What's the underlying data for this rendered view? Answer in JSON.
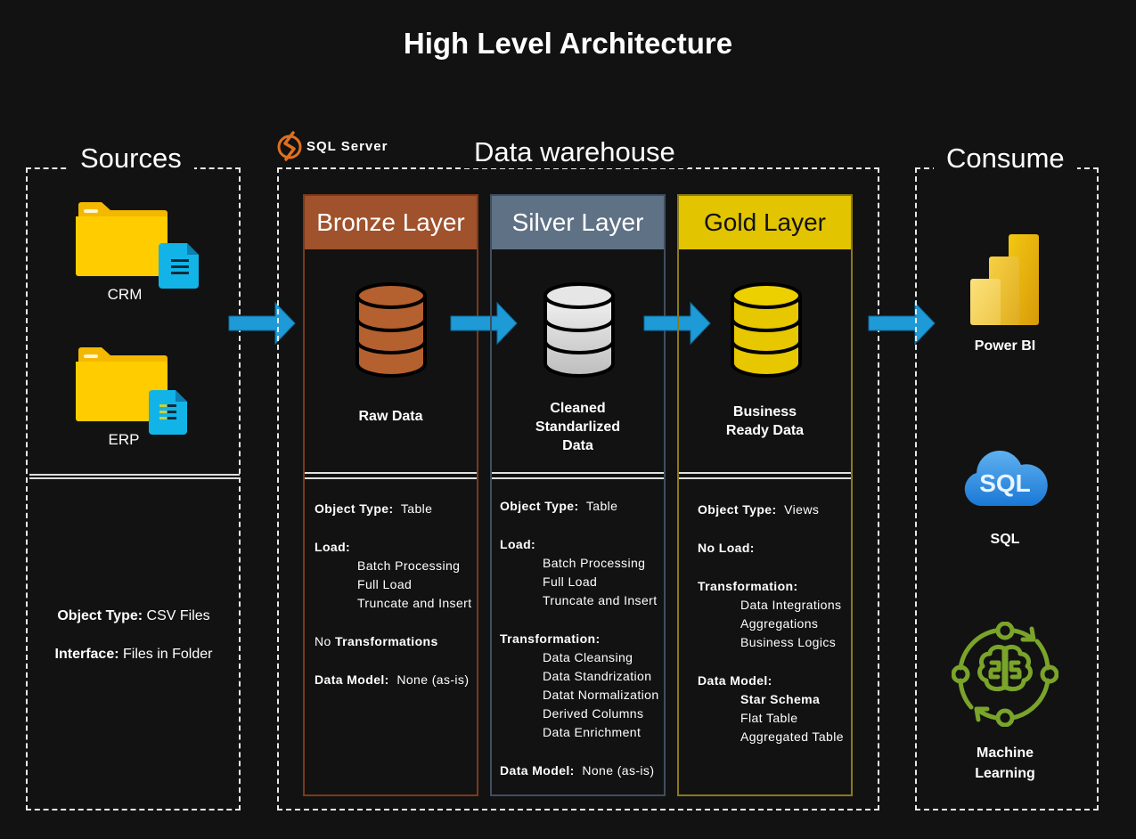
{
  "title": "High Level Architecture",
  "sources": {
    "title": "Sources",
    "items": [
      {
        "label": "CRM",
        "icon": "folder-document-icon"
      },
      {
        "label": "ERP",
        "icon": "folder-document-icon"
      }
    ],
    "object_type_key": "Object Type:",
    "object_type_value": "CSV Files",
    "interface_key": "Interface:",
    "interface_value": "Files in Folder"
  },
  "warehouse": {
    "title": "Data warehouse",
    "platform": "SQL Server",
    "layers": [
      {
        "name": "Bronze Layer",
        "color": "#a0522d",
        "db_color": "#b5602f",
        "caption": [
          "Raw Data"
        ],
        "details": [
          {
            "type": "kv",
            "key": "Object Type:",
            "value": "Table"
          },
          {
            "type": "gap"
          },
          {
            "type": "key",
            "key": "Load:"
          },
          {
            "type": "item",
            "value": "Batch Processing"
          },
          {
            "type": "item",
            "value": "Full Load"
          },
          {
            "type": "item",
            "value": "Truncate and Insert"
          },
          {
            "type": "gap"
          },
          {
            "type": "vk",
            "value": "No",
            "key": "Transformations"
          },
          {
            "type": "gap"
          },
          {
            "type": "kv",
            "key": "Data Model:",
            "value": "None (as-is)"
          }
        ]
      },
      {
        "name": "Silver Layer",
        "color": "#5f7184",
        "db_color": "#d6d6d6",
        "caption": [
          "Cleaned",
          "Standarlized",
          "Data"
        ],
        "details": [
          {
            "type": "kv",
            "key": "Object Type:",
            "value": "Table"
          },
          {
            "type": "gap"
          },
          {
            "type": "key",
            "key": "Load:"
          },
          {
            "type": "item",
            "value": "Batch Processing"
          },
          {
            "type": "item",
            "value": "Full Load"
          },
          {
            "type": "item",
            "value": "Truncate and Insert"
          },
          {
            "type": "gap"
          },
          {
            "type": "key",
            "key": "Transformation:"
          },
          {
            "type": "item",
            "value": "Data Cleansing"
          },
          {
            "type": "item",
            "value": "Data Standrization"
          },
          {
            "type": "item",
            "value": "Datat Normalization"
          },
          {
            "type": "item",
            "value": "Derived Columns"
          },
          {
            "type": "item",
            "value": "Data Enrichment"
          },
          {
            "type": "gap"
          },
          {
            "type": "kv",
            "key": "Data Model:",
            "value": "None (as-is)"
          }
        ]
      },
      {
        "name": "Gold Layer",
        "color": "#e2c400",
        "db_color": "#e6c700",
        "caption": [
          "Business",
          "Ready Data"
        ],
        "details": [
          {
            "type": "kv",
            "key": "Object Type:",
            "value": "Views"
          },
          {
            "type": "gap"
          },
          {
            "type": "key",
            "key": "No Load:"
          },
          {
            "type": "gap"
          },
          {
            "type": "key",
            "key": "Transformation:"
          },
          {
            "type": "item",
            "value": "Data Integrations"
          },
          {
            "type": "item",
            "value": "Aggregations"
          },
          {
            "type": "item",
            "value": "Business Logics"
          },
          {
            "type": "gap"
          },
          {
            "type": "key",
            "key": "Data Model:"
          },
          {
            "type": "bitem",
            "value": "Star Schema"
          },
          {
            "type": "item",
            "value": "Flat Table"
          },
          {
            "type": "item",
            "value": "Aggregated Table"
          }
        ]
      }
    ]
  },
  "consume": {
    "title": "Consume",
    "items": [
      {
        "label": "Power BI",
        "icon": "power-bi-icon"
      },
      {
        "label": "SQL",
        "icon": "sql-cloud-icon"
      },
      {
        "label": "Machine Learning",
        "icon": "machine-learning-icon"
      }
    ]
  },
  "colors": {
    "background": "#121212",
    "arrow": "#1e9ad6",
    "folder": "#ffc800",
    "doc": "#12b4e8",
    "sql_server": "#e0701e",
    "ml_green": "#7aa42a"
  }
}
